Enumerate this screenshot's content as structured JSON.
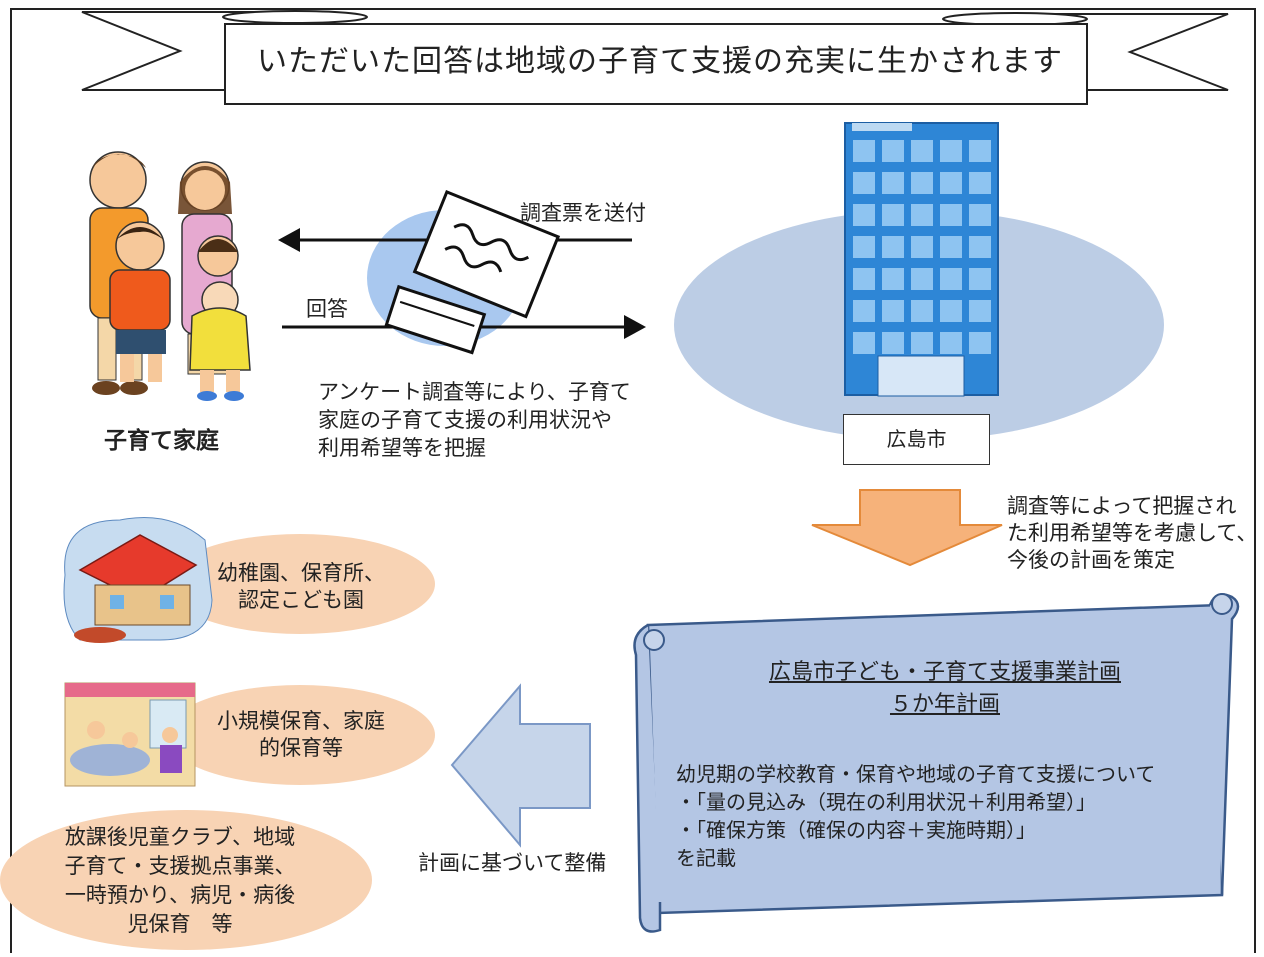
{
  "banner": {
    "title": "いただいた回答は地域の子育て支援の充実に生かされます"
  },
  "family": {
    "label": "子育て家庭"
  },
  "survey": {
    "send_label": "調査票を送付",
    "reply_label": "回答",
    "description": "アンケート調査等により、子育て\n家庭の子育て支援の利用状況や\n利用希望等を把握"
  },
  "city": {
    "label": "広島市"
  },
  "planning_note": "調査等によって把握され\nた利用希望等を考慮して、\n今後の計画を策定",
  "plan": {
    "title_line1": "広島市子ども・子育て支援事業計画",
    "title_line2": "５か年計画",
    "body": "幼児期の学校教育・保育や地域の子育て支援について\n・「量の見込み（現在の利用状況＋利用希望）」\n・「確保方策（確保の内容＋実施時期）」\nを記載"
  },
  "implement_label": "計画に基づいて整備",
  "services": [
    {
      "label": "幼稚園、保育所、\n認定こども園"
    },
    {
      "label": "小規模保育、家庭\n的保育等"
    },
    {
      "label": "放課後児童クラブ、地域\n子育て・支援拠点事業、\n一時預かり、病児・病後\n児保育　等"
    }
  ],
  "colors": {
    "salmon": "#f8d3b4",
    "ellipse_blue": "#bccde5",
    "scroll_blue": "#b4c6e4",
    "orange_arrow": "#f6b27a",
    "blue_arrow": "#c6d5ea",
    "building_blue": "#2e86d6"
  }
}
